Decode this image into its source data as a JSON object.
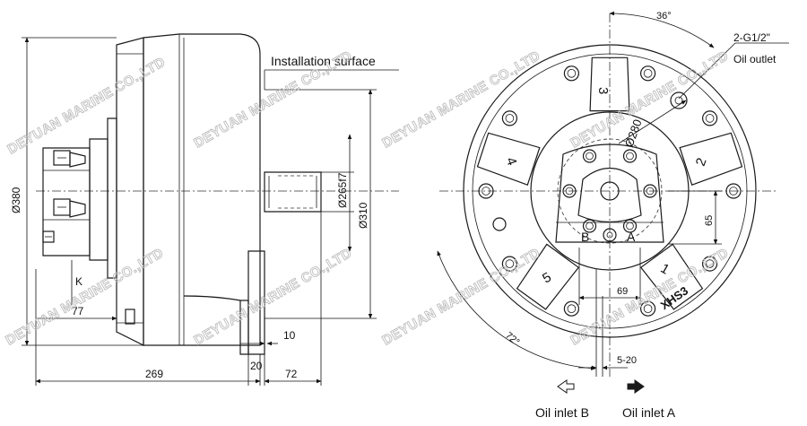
{
  "watermark": "DEYUAN MARINE CO.,LTD",
  "side_view": {
    "installation_surface": "Installation surface",
    "dia_380": "Ø380",
    "dia_2657": "Ø265f7",
    "dia_310": "Ø310",
    "dim_77": "77",
    "dim_k": "K",
    "dim_269": "269",
    "dim_20": "20",
    "dim_72": "72",
    "dim_10": "10"
  },
  "front_view": {
    "angle_36": "36°",
    "port_2g": "2-G1/2\"",
    "oil_outlet": "Oil outlet",
    "dia_280": "Ø280",
    "dim_65": "65",
    "dim_69": "69",
    "angle_72": "72°",
    "dim_5_20": "5-20",
    "port_b": "B",
    "port_a": "A",
    "brand": "XHS3",
    "sectors": [
      "1",
      "2",
      "3",
      "4",
      "5"
    ]
  },
  "legend": {
    "oil_inlet_b": "Oil inlet B",
    "oil_inlet_a": "Oil inlet A"
  },
  "colors": {
    "line": "#1a1a1a",
    "watermark": "#bdbdbd",
    "arrow_b": "#ffffff",
    "arrow_a": "#1a1a1a"
  }
}
